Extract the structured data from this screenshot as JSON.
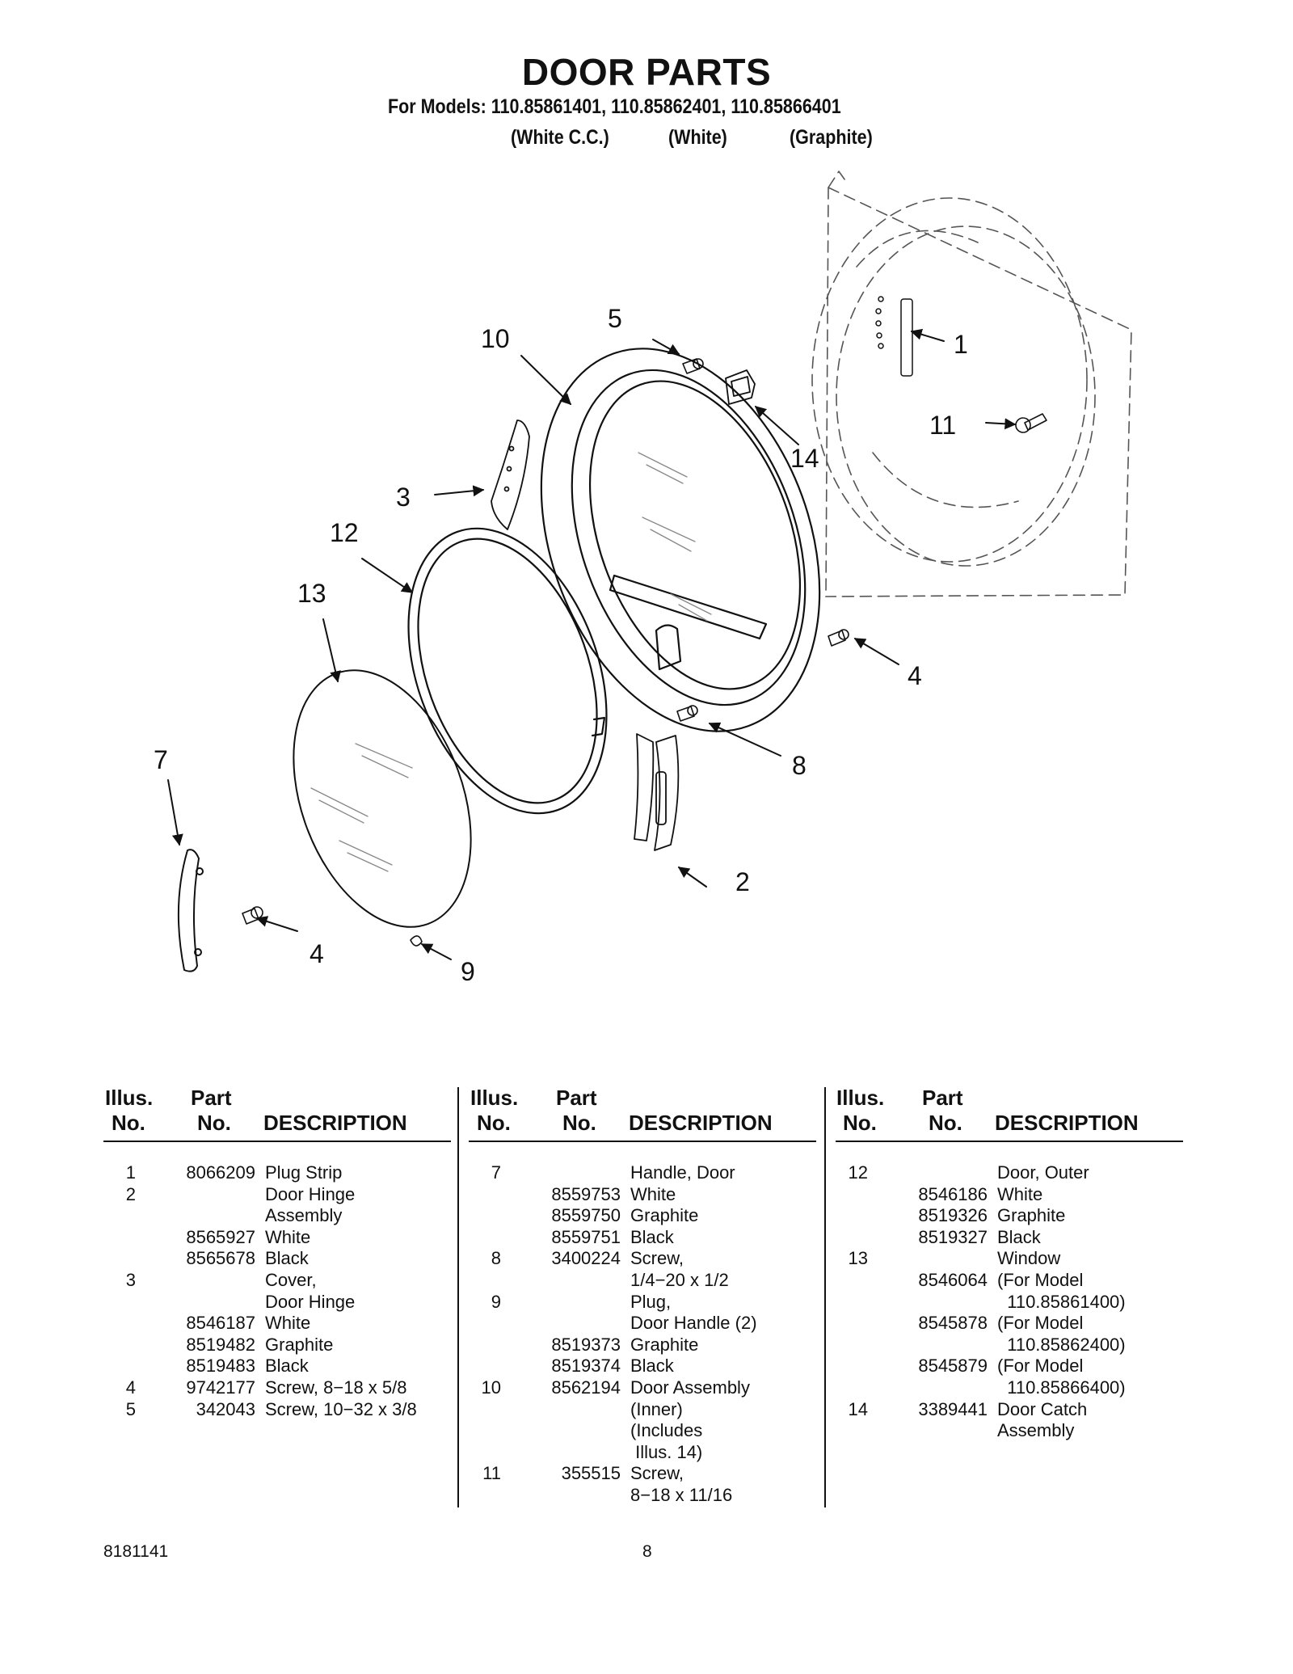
{
  "header": {
    "title": "DOOR PARTS",
    "models": "For Models: 110.85861401, 110.85862401, 110.85866401",
    "variants": [
      "(White C.C.)",
      "(White)",
      "(Graphite)"
    ]
  },
  "diagram": {
    "callouts": [
      "1",
      "2",
      "3",
      "4",
      "5",
      "7",
      "8",
      "9",
      "10",
      "11",
      "12",
      "13",
      "14",
      "4"
    ]
  },
  "table": {
    "headers": {
      "illus_top": "Illus.",
      "illus_bottom": "No.",
      "part_top": "Part",
      "part_bottom": "No.",
      "description": "DESCRIPTION"
    },
    "columns": [
      [
        {
          "illus": "1",
          "part": "8066209",
          "desc": "Plug Strip"
        },
        {
          "illus": "2",
          "part": "",
          "desc": "Door Hinge"
        },
        {
          "illus": "",
          "part": "",
          "desc": "Assembly"
        },
        {
          "illus": "",
          "part": "8565927",
          "desc": "White"
        },
        {
          "illus": "",
          "part": "8565678",
          "desc": "Black"
        },
        {
          "illus": "3",
          "part": "",
          "desc": "Cover,"
        },
        {
          "illus": "",
          "part": "",
          "desc": "Door Hinge"
        },
        {
          "illus": "",
          "part": "8546187",
          "desc": "White"
        },
        {
          "illus": "",
          "part": "8519482",
          "desc": "Graphite"
        },
        {
          "illus": "",
          "part": "8519483",
          "desc": "Black"
        },
        {
          "illus": "4",
          "part": "9742177",
          "desc": "Screw, 8−18 x 5/8"
        },
        {
          "illus": "5",
          "part": "342043",
          "desc": "Screw, 10−32 x 3/8"
        }
      ],
      [
        {
          "illus": "7",
          "part": "",
          "desc": "Handle, Door"
        },
        {
          "illus": "",
          "part": "8559753",
          "desc": "White"
        },
        {
          "illus": "",
          "part": "8559750",
          "desc": "Graphite"
        },
        {
          "illus": "",
          "part": "8559751",
          "desc": "Black"
        },
        {
          "illus": "8",
          "part": "3400224",
          "desc": "Screw,"
        },
        {
          "illus": "",
          "part": "",
          "desc": "1/4−20 x 1/2"
        },
        {
          "illus": "9",
          "part": "",
          "desc": "Plug,"
        },
        {
          "illus": "",
          "part": "",
          "desc": "Door Handle (2)"
        },
        {
          "illus": "",
          "part": "8519373",
          "desc": "Graphite"
        },
        {
          "illus": "",
          "part": "8519374",
          "desc": "Black"
        },
        {
          "illus": "10",
          "part": "8562194",
          "desc": "Door Assembly"
        },
        {
          "illus": "",
          "part": "",
          "desc": "(Inner)"
        },
        {
          "illus": "",
          "part": "",
          "desc": "(Includes"
        },
        {
          "illus": "",
          "part": "",
          "desc": " Illus. 14)"
        },
        {
          "illus": "11",
          "part": "355515",
          "desc": "Screw,"
        },
        {
          "illus": "",
          "part": "",
          "desc": "8−18 x 11/16"
        }
      ],
      [
        {
          "illus": "12",
          "part": "",
          "desc": "Door, Outer"
        },
        {
          "illus": "",
          "part": "8546186",
          "desc": "White"
        },
        {
          "illus": "",
          "part": "8519326",
          "desc": "Graphite"
        },
        {
          "illus": "",
          "part": "8519327",
          "desc": "Black"
        },
        {
          "illus": "13",
          "part": "",
          "desc": "Window"
        },
        {
          "illus": "",
          "part": "8546064",
          "desc": "(For Model"
        },
        {
          "illus": "",
          "part": "",
          "desc": "  110.85861400)"
        },
        {
          "illus": "",
          "part": "8545878",
          "desc": "(For Model"
        },
        {
          "illus": "",
          "part": "",
          "desc": "  110.85862400)"
        },
        {
          "illus": "",
          "part": "8545879",
          "desc": "(For Model"
        },
        {
          "illus": "",
          "part": "",
          "desc": "  110.85866400)"
        },
        {
          "illus": "14",
          "part": "3389441",
          "desc": "Door Catch"
        },
        {
          "illus": "",
          "part": "",
          "desc": "Assembly"
        }
      ]
    ]
  },
  "footer": {
    "doc_number": "8181141",
    "page_number": "8"
  }
}
